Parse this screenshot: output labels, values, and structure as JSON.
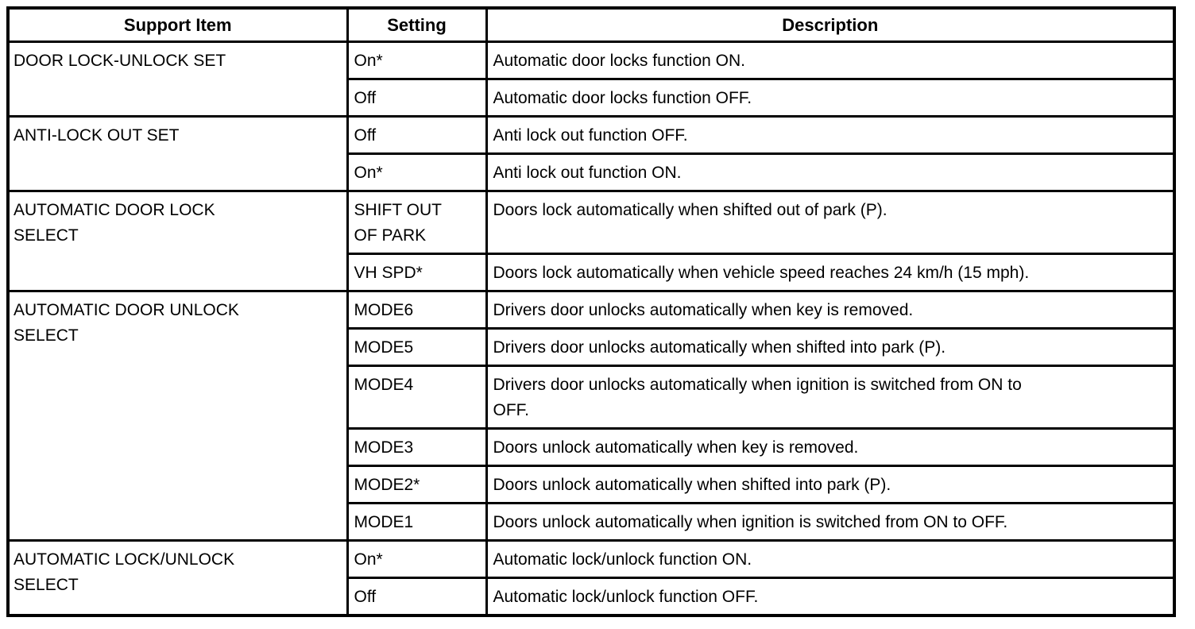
{
  "table": {
    "headers": [
      "Support Item",
      "Setting",
      "Description"
    ],
    "groups": [
      {
        "item": "DOOR LOCK-UNLOCK SET",
        "rows": [
          {
            "setting": "On*",
            "description": "Automatic door locks function ON."
          },
          {
            "setting": "Off",
            "description": "Automatic door locks function OFF."
          }
        ]
      },
      {
        "item": "ANTI-LOCK OUT SET",
        "rows": [
          {
            "setting": "Off",
            "description": "Anti lock out function OFF."
          },
          {
            "setting": "On*",
            "description": "Anti lock out function ON."
          }
        ]
      },
      {
        "item": "AUTOMATIC DOOR LOCK SELECT",
        "rows": [
          {
            "setting": "SHIFT OUT OF PARK",
            "description": "Doors lock automatically when shifted out of park (P)."
          },
          {
            "setting": "VH SPD*",
            "description": "Doors lock automatically when vehicle speed reaches 24 km/h (15 mph)."
          }
        ]
      },
      {
        "item": "AUTOMATIC DOOR UNLOCK SELECT",
        "rows": [
          {
            "setting": "MODE6",
            "description": "Drivers door unlocks automatically when key is removed."
          },
          {
            "setting": "MODE5",
            "description": "Drivers door unlocks automatically when shifted into park (P)."
          },
          {
            "setting": "MODE4",
            "description": "Drivers door unlocks automatically when ignition is switched from ON to OFF."
          },
          {
            "setting": "MODE3",
            "description": "Doors unlock automatically when key is removed."
          },
          {
            "setting": "MODE2*",
            "description": "Doors unlock automatically when shifted into park (P)."
          },
          {
            "setting": "MODE1",
            "description": "Doors unlock automatically when ignition is switched from ON to OFF."
          }
        ]
      },
      {
        "item": "AUTOMATIC LOCK/UNLOCK SELECT",
        "rows": [
          {
            "setting": "On*",
            "description": "Automatic lock/unlock function ON."
          },
          {
            "setting": "Off",
            "description": "Automatic lock/unlock function OFF."
          }
        ]
      }
    ]
  },
  "colors": {
    "text": "#000000",
    "border": "#000000",
    "background": "#ffffff"
  }
}
